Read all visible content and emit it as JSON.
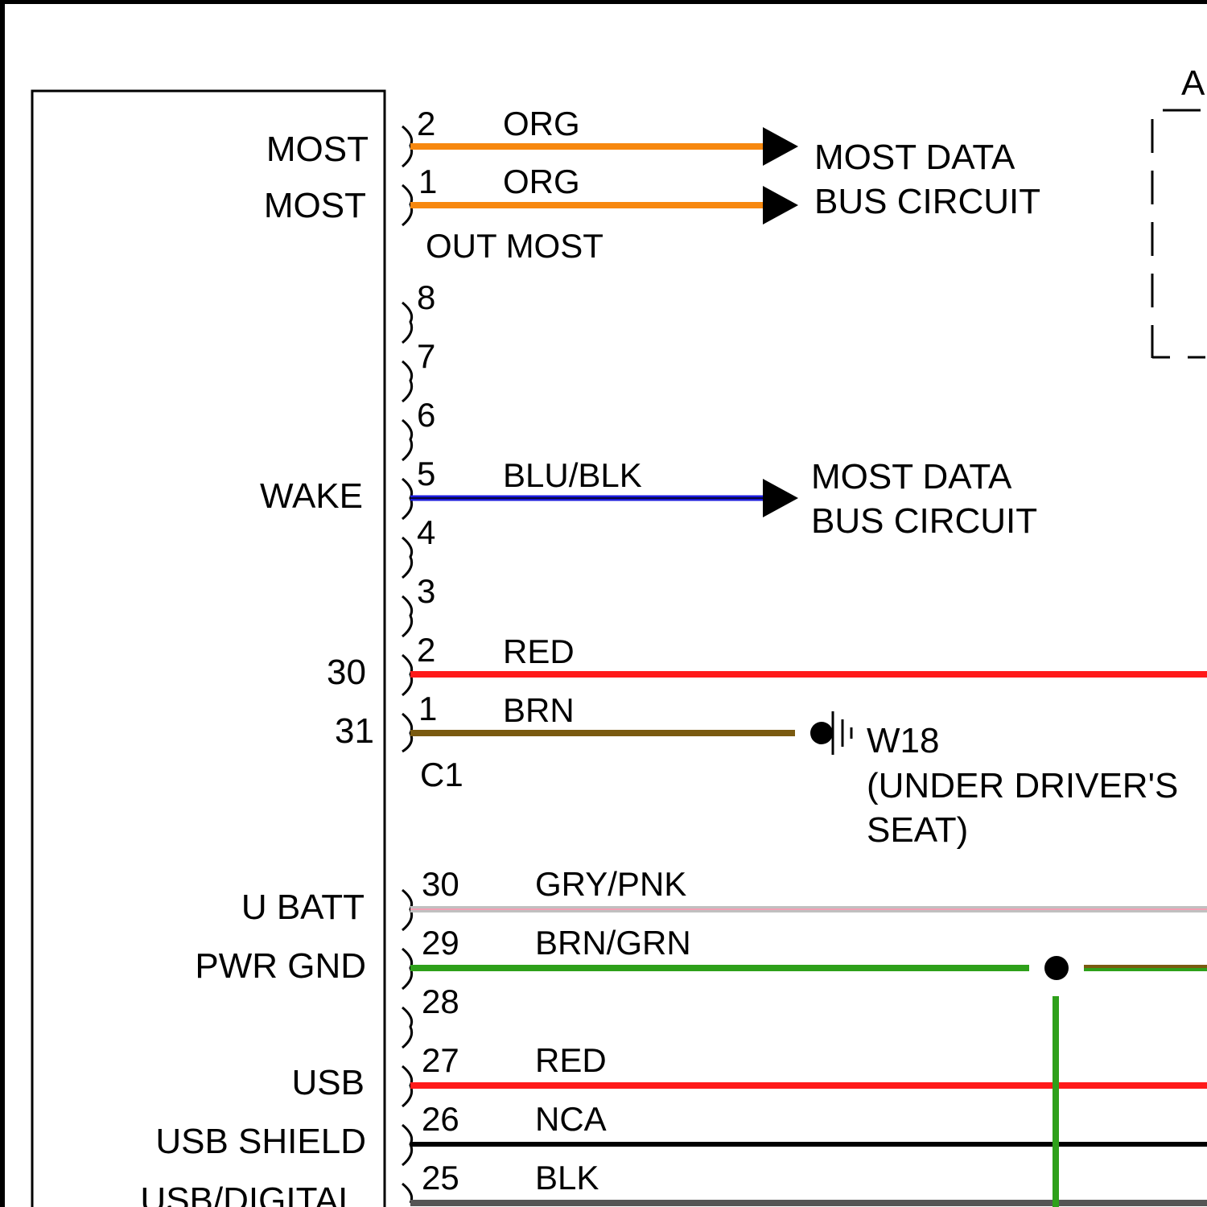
{
  "module": {
    "corner_label": "A",
    "pin_labels": {
      "most1": "MOST",
      "most2": "MOST",
      "wake": "WAKE",
      "p30": "30",
      "p31": "31",
      "ubatt": "U BATT",
      "pwrgnd": "PWR GND",
      "usb": "USB",
      "usbshield": "USB SHIELD",
      "usbdigital": "USB/DIGITAL"
    }
  },
  "connector_out_most": {
    "name": "OUT MOST",
    "pins": [
      {
        "num": "2",
        "wire": "ORG",
        "color": "#f7880f"
      },
      {
        "num": "1",
        "wire": "ORG",
        "color": "#f7880f"
      }
    ],
    "destination": {
      "line1": "MOST DATA",
      "line2": "BUS CIRCUIT"
    }
  },
  "connector_c1": {
    "name": "C1",
    "pins": [
      {
        "num": "8",
        "wire": ""
      },
      {
        "num": "7",
        "wire": ""
      },
      {
        "num": "6",
        "wire": ""
      },
      {
        "num": "5",
        "wire": "BLU/BLK",
        "color": "#1a1adc"
      },
      {
        "num": "4",
        "wire": ""
      },
      {
        "num": "3",
        "wire": ""
      },
      {
        "num": "2",
        "wire": "RED",
        "color": "#ff1a1a"
      },
      {
        "num": "1",
        "wire": "BRN",
        "color": "#7a5a10"
      }
    ],
    "wake_destination": {
      "line1": "MOST DATA",
      "line2": "BUS CIRCUIT"
    }
  },
  "ground": {
    "id": "W18",
    "location_line1": "(UNDER DRIVER'S",
    "location_line2": "SEAT)"
  },
  "connector_lower": {
    "pins": [
      {
        "num": "30",
        "wire": "GRY/PNK",
        "color": "#c0c0c0",
        "stripe": "#f2a0b4"
      },
      {
        "num": "29",
        "wire": "BRN/GRN",
        "color": "#2ea01a"
      },
      {
        "num": "28",
        "wire": ""
      },
      {
        "num": "27",
        "wire": "RED",
        "color": "#ff1a1a"
      },
      {
        "num": "26",
        "wire": "NCA",
        "color": "#000000"
      },
      {
        "num": "25",
        "wire": "BLK",
        "color": "#555555"
      }
    ],
    "splice_continuation_color": "#7a5a10"
  }
}
